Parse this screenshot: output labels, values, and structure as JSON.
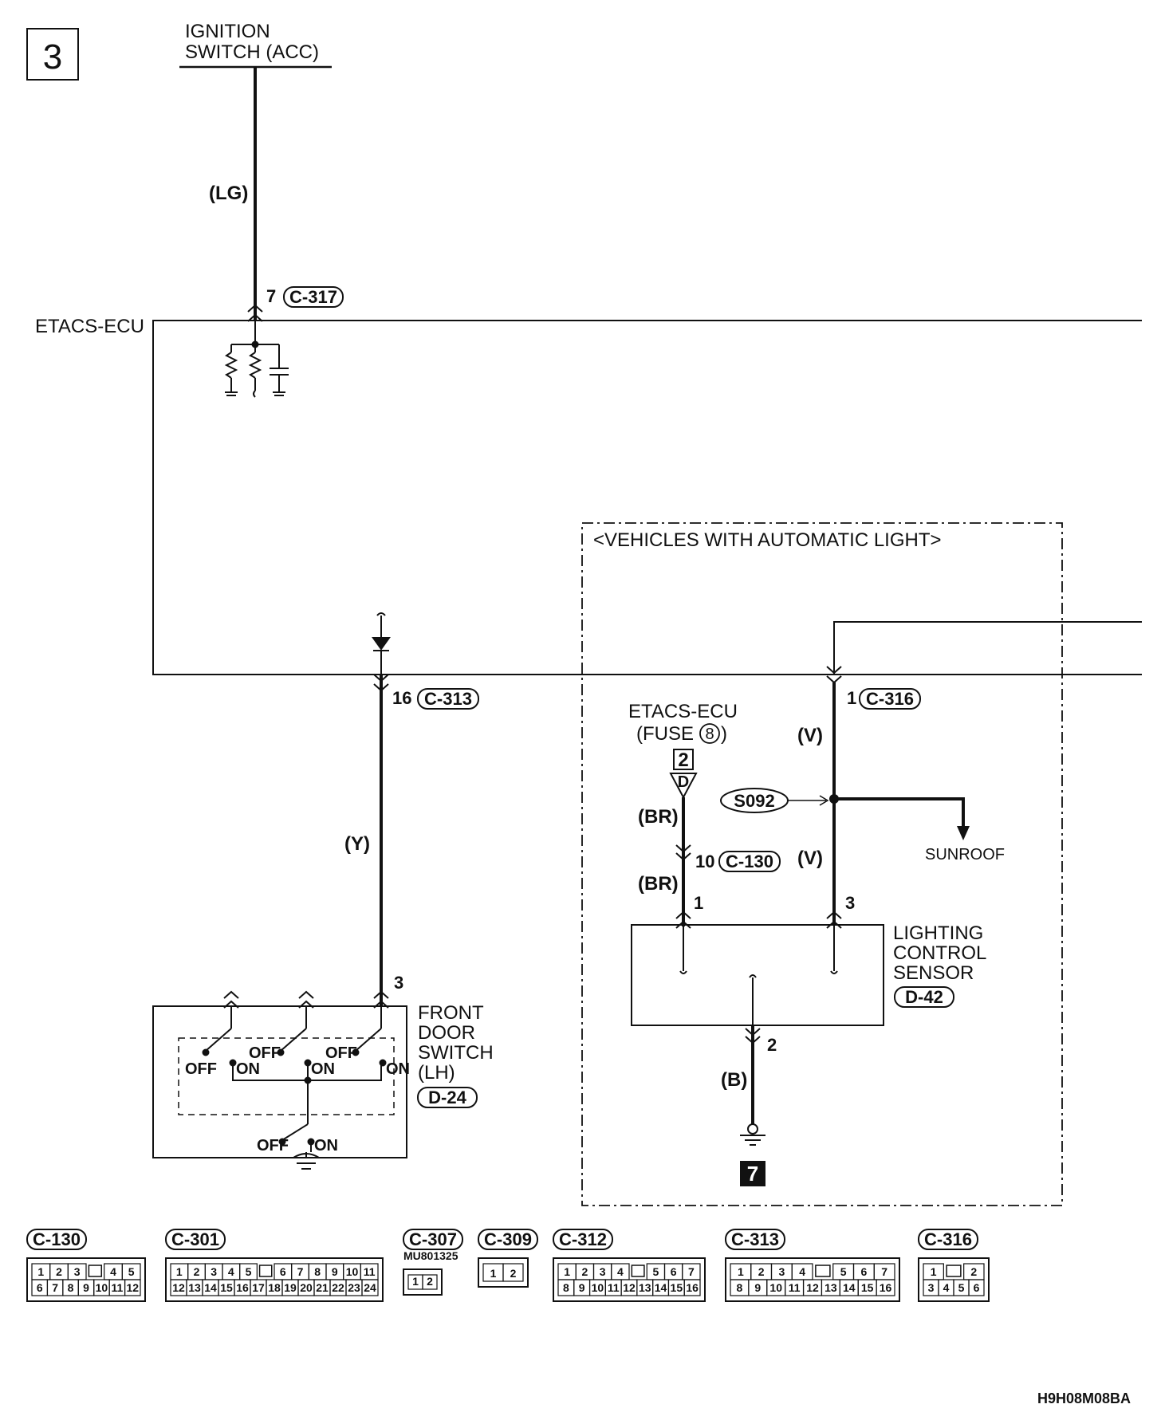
{
  "page_number": "3",
  "ignition_switch": {
    "line1": "IGNITION",
    "line2": "SWITCH (ACC)"
  },
  "ecu": {
    "label": "ETACS-ECU"
  },
  "wires": {
    "lg": "(LG)",
    "y": "(Y)",
    "v1": "(V)",
    "v2": "(V)",
    "br1": "(BR)",
    "br2": "(BR)",
    "b": "(B)"
  },
  "pins": {
    "c317_pin": "7",
    "c313_pin": "16",
    "c316_pin": "1",
    "c130_pin": "10",
    "door_pin": "3",
    "sensor_pin1": "1",
    "sensor_pin3": "3",
    "sensor_pin2": "2"
  },
  "connectors": {
    "c317": "C-317",
    "c313": "C-313",
    "c316": "C-316",
    "c130": "C-130",
    "d24": "D-24",
    "d42": "D-42"
  },
  "auto_light": {
    "label": "<VEHICLES WITH AUTOMATIC LIGHT>"
  },
  "fuse": {
    "line1": "ETACS-ECU",
    "line2_prefix": "(FUSE",
    "fuse_num": "8",
    "line2_suffix": ")",
    "box_num": "2",
    "tri_letter": "D"
  },
  "splice": {
    "label": "S092",
    "target": "SUNROOF"
  },
  "sensor": {
    "line1": "LIGHTING",
    "line2": "CONTROL",
    "line3": "SENSOR"
  },
  "door_switch": {
    "line1": "FRONT",
    "line2": "DOOR",
    "line3": "SWITCH",
    "line4": "(LH)",
    "off": "OFF",
    "on": "ON"
  },
  "ground_ref": "7",
  "connector_views": [
    {
      "id": "C-130",
      "rows": [
        [
          "1",
          "2",
          "3",
          "",
          "4",
          "5"
        ],
        [
          "6",
          "7",
          "8",
          "9",
          "10",
          "11",
          "12"
        ]
      ]
    },
    {
      "id": "C-301",
      "rows": [
        [
          "1",
          "2",
          "3",
          "4",
          "5",
          "",
          "6",
          "7",
          "8",
          "9",
          "10",
          "11"
        ],
        [
          "12",
          "13",
          "14",
          "15",
          "16",
          "17",
          "18",
          "19",
          "20",
          "21",
          "22",
          "23",
          "24"
        ]
      ]
    },
    {
      "id": "C-307",
      "part": "MU801325",
      "rows": [
        [
          "1",
          "2"
        ]
      ]
    },
    {
      "id": "C-309",
      "rows": [
        [
          "1",
          "2"
        ]
      ]
    },
    {
      "id": "C-312",
      "rows": [
        [
          "1",
          "2",
          "3",
          "4",
          "",
          "5",
          "6",
          "7"
        ],
        [
          "8",
          "9",
          "10",
          "11",
          "12",
          "13",
          "14",
          "15",
          "16"
        ]
      ]
    },
    {
      "id": "C-313",
      "rows": [
        [
          "1",
          "2",
          "3",
          "4",
          "",
          "5",
          "6",
          "7"
        ],
        [
          "8",
          "9",
          "10",
          "11",
          "12",
          "13",
          "14",
          "15",
          "16"
        ]
      ]
    },
    {
      "id": "C-316",
      "rows": [
        [
          "1",
          "",
          "2"
        ],
        [
          "3",
          "4",
          "5",
          "6"
        ]
      ]
    }
  ],
  "figure_code": "H9H08M08BA"
}
